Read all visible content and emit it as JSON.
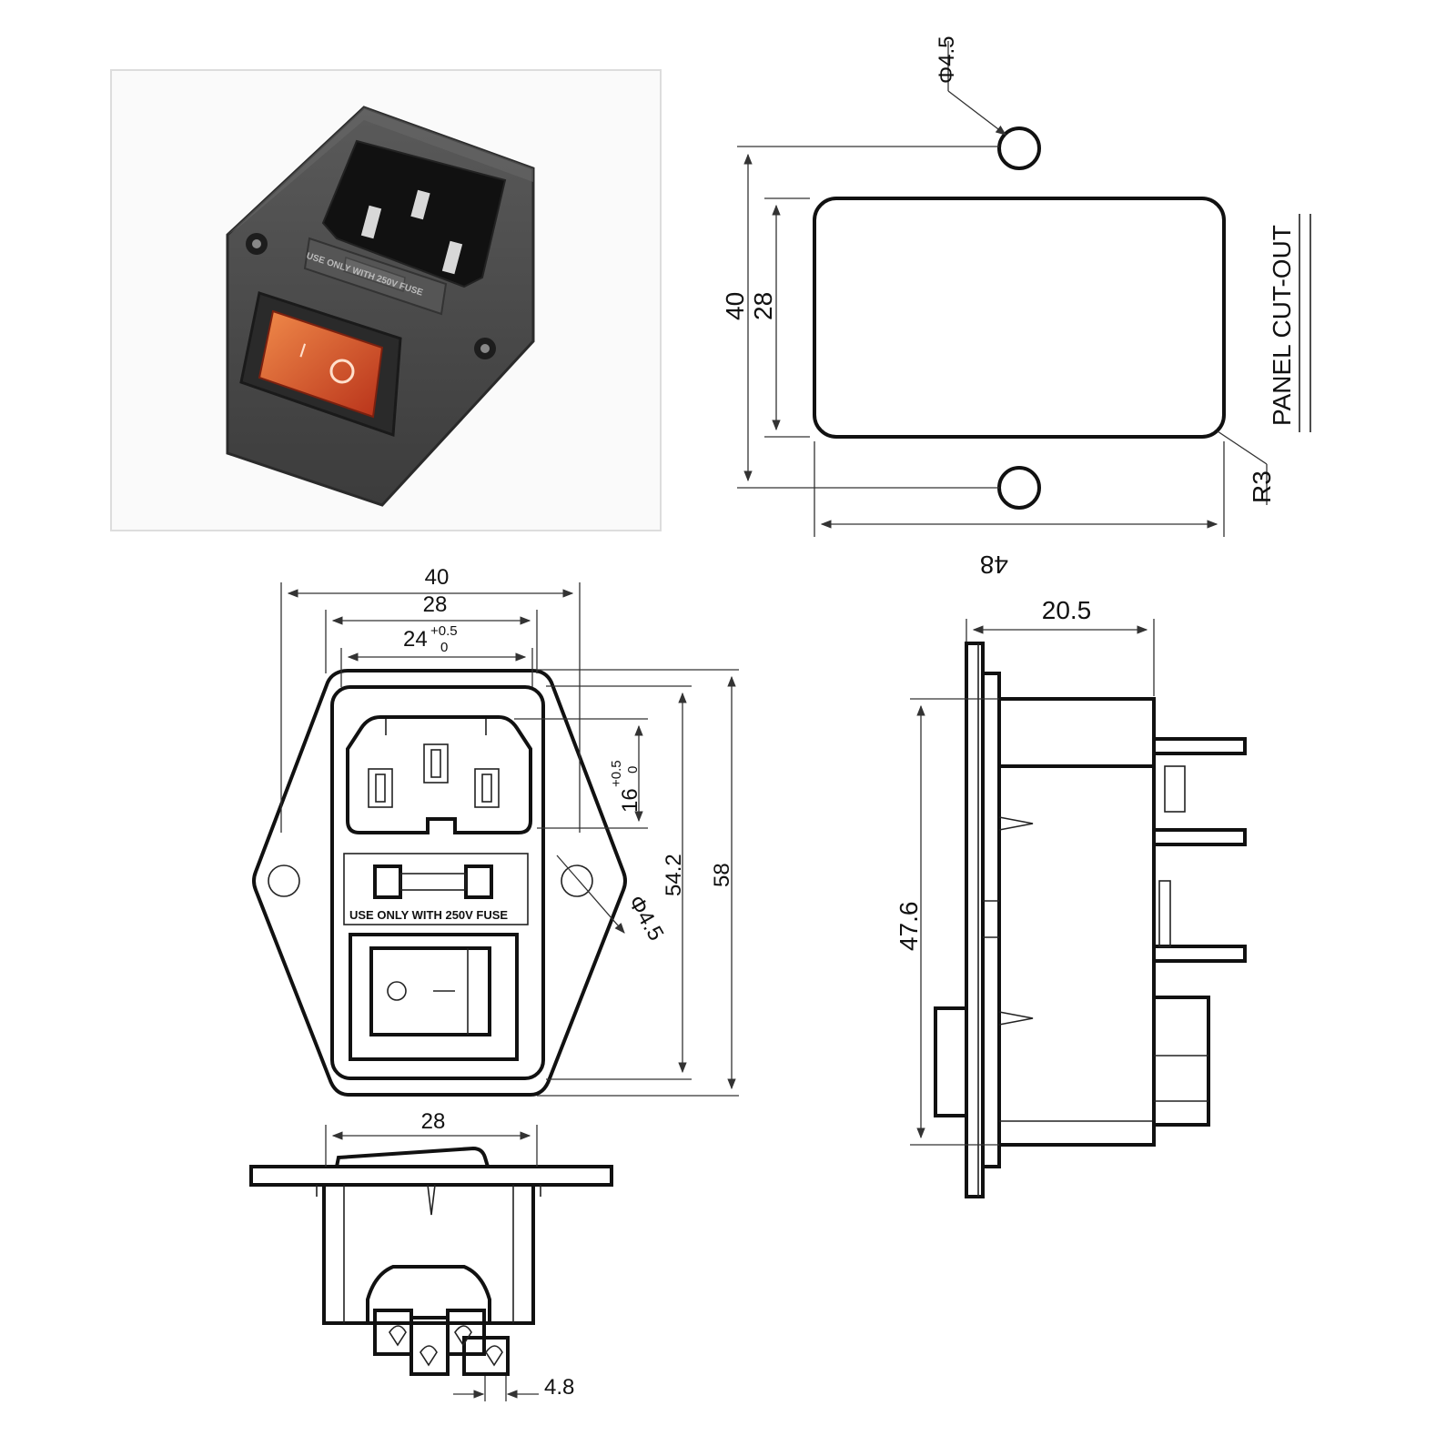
{
  "photo": {
    "fuse_label": "USE ONLY WITH 250V FUSE",
    "switch_marks": [
      "I",
      "O"
    ]
  },
  "panel_cutout": {
    "title": "PANEL CUT-OUT",
    "hole_diameter": "Φ4.5",
    "height_outer": "40",
    "height_inner": "28",
    "width": "48",
    "corner_radius": "R3"
  },
  "front_view": {
    "width_outer": "40",
    "width_mid": "28",
    "width_inner_base": "24",
    "width_inner_tol_upper": "+0.5",
    "width_inner_tol_lower": "0",
    "inlet_height_base": "16",
    "inlet_height_tol_upper": "+0.5",
    "inlet_height_tol_lower": "0",
    "body_height": "54.2",
    "flange_height": "58",
    "hole_diameter": "Φ4.5",
    "fuse_label": "USE ONLY WITH 250V FUSE"
  },
  "bottom_view": {
    "width": "28",
    "terminal_width": "4.8"
  },
  "side_view": {
    "depth": "20.5",
    "height": "47.6"
  }
}
